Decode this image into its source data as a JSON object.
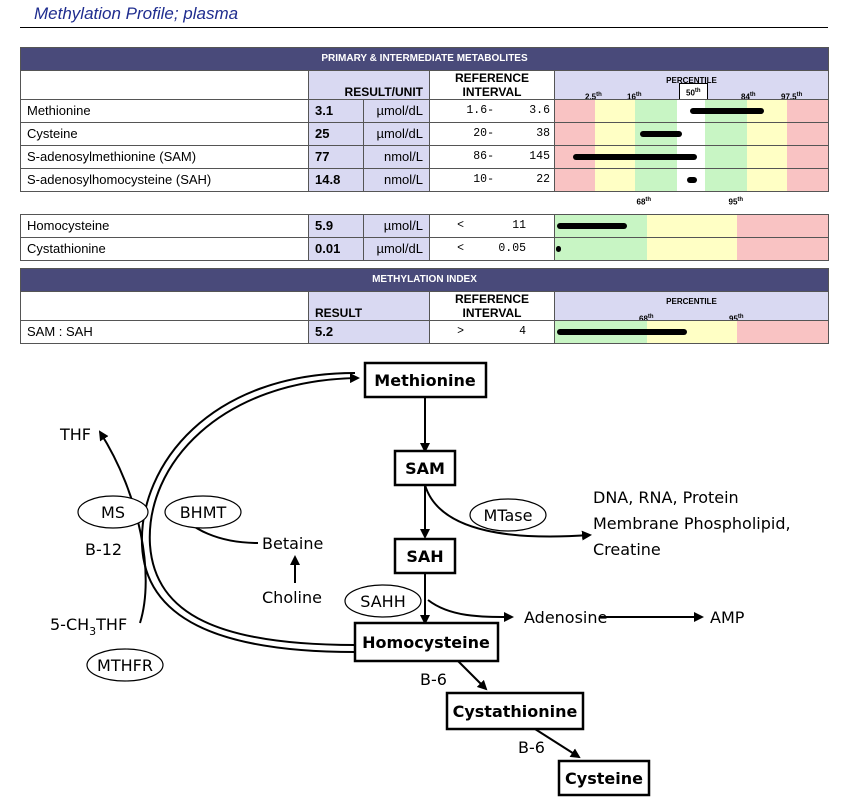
{
  "title": "Methylation Profile; plasma",
  "primary": {
    "header": "PRIMARY & INTERMEDIATE METABOLITES",
    "col_result": "RESULT/UNIT",
    "col_ref_1": "REFERENCE",
    "col_ref_2": "INTERVAL",
    "col_pct": "PERCENTILE",
    "pct_labels": [
      "2.5th",
      "16th",
      "50th",
      "84th",
      "97.5th"
    ],
    "rows": [
      {
        "name": "Methionine",
        "result": "3.1",
        "unit": "µmol/dL",
        "ref_lo": "1.6-",
        "ref_hi": "3.6"
      },
      {
        "name": "Cysteine",
        "result": "25",
        "unit": "µmol/dL",
        "ref_lo": "20-",
        "ref_hi": "38"
      },
      {
        "name": "S-adenosylmethionine  (SAM)",
        "result": "77",
        "unit": "nmol/L",
        "ref_lo": "86-",
        "ref_hi": "145"
      },
      {
        "name": "S-adenosylhomocysteine (SAH)",
        "result": "14.8",
        "unit": "nmol/L",
        "ref_lo": "10-",
        "ref_hi": "22"
      }
    ],
    "pct2_labels": [
      "68th",
      "95th"
    ],
    "rows2": [
      {
        "name": "Homocysteine",
        "result": "5.9",
        "unit": "µmol/L",
        "ref_lo": "<",
        "ref_hi": "11"
      },
      {
        "name": "Cystathionine",
        "result": "0.01",
        "unit": "µmol/dL",
        "ref_lo": "<",
        "ref_hi": "0.05"
      }
    ]
  },
  "index": {
    "header": "METHYLATION INDEX",
    "col_result": "RESULT",
    "col_ref_1": "REFERENCE",
    "col_ref_2": "INTERVAL",
    "col_pct": "PERCENTILE",
    "pct_labels": [
      "68th",
      "95th"
    ],
    "row": {
      "name": "SAM : SAH",
      "result": "5.2",
      "ref_lo": ">",
      "ref_hi": "4"
    }
  },
  "colors": {
    "red": "#f9c3c3",
    "yellow": "#ffffc5",
    "green": "#c8f5c4",
    "white": "#ffffff",
    "header": "#494a7a"
  },
  "diagram": {
    "methionine": "Methionine",
    "sam": "SAM",
    "sah": "SAH",
    "homocysteine": "Homocysteine",
    "cystathionine": "Cystathionine",
    "cysteine": "Cysteine",
    "thf": "THF",
    "ms": "MS",
    "bhmt": "BHMT",
    "b12": "B-12",
    "betaine": "Betaine",
    "choline": "Choline",
    "methyl_thf_a": "5-CH",
    "methyl_thf_sub": "3",
    "methyl_thf_b": "THF",
    "mthfr": "MTHFR",
    "mtase": "MTase",
    "targets_1": "DNA, RNA, Protein",
    "targets_2": "Membrane Phospholipid,",
    "targets_3": "Creatine",
    "sahh": "SAHH",
    "adenosine": "Adenosine",
    "amp": "AMP",
    "b6_a": "B-6",
    "b6_b": "B-6"
  }
}
